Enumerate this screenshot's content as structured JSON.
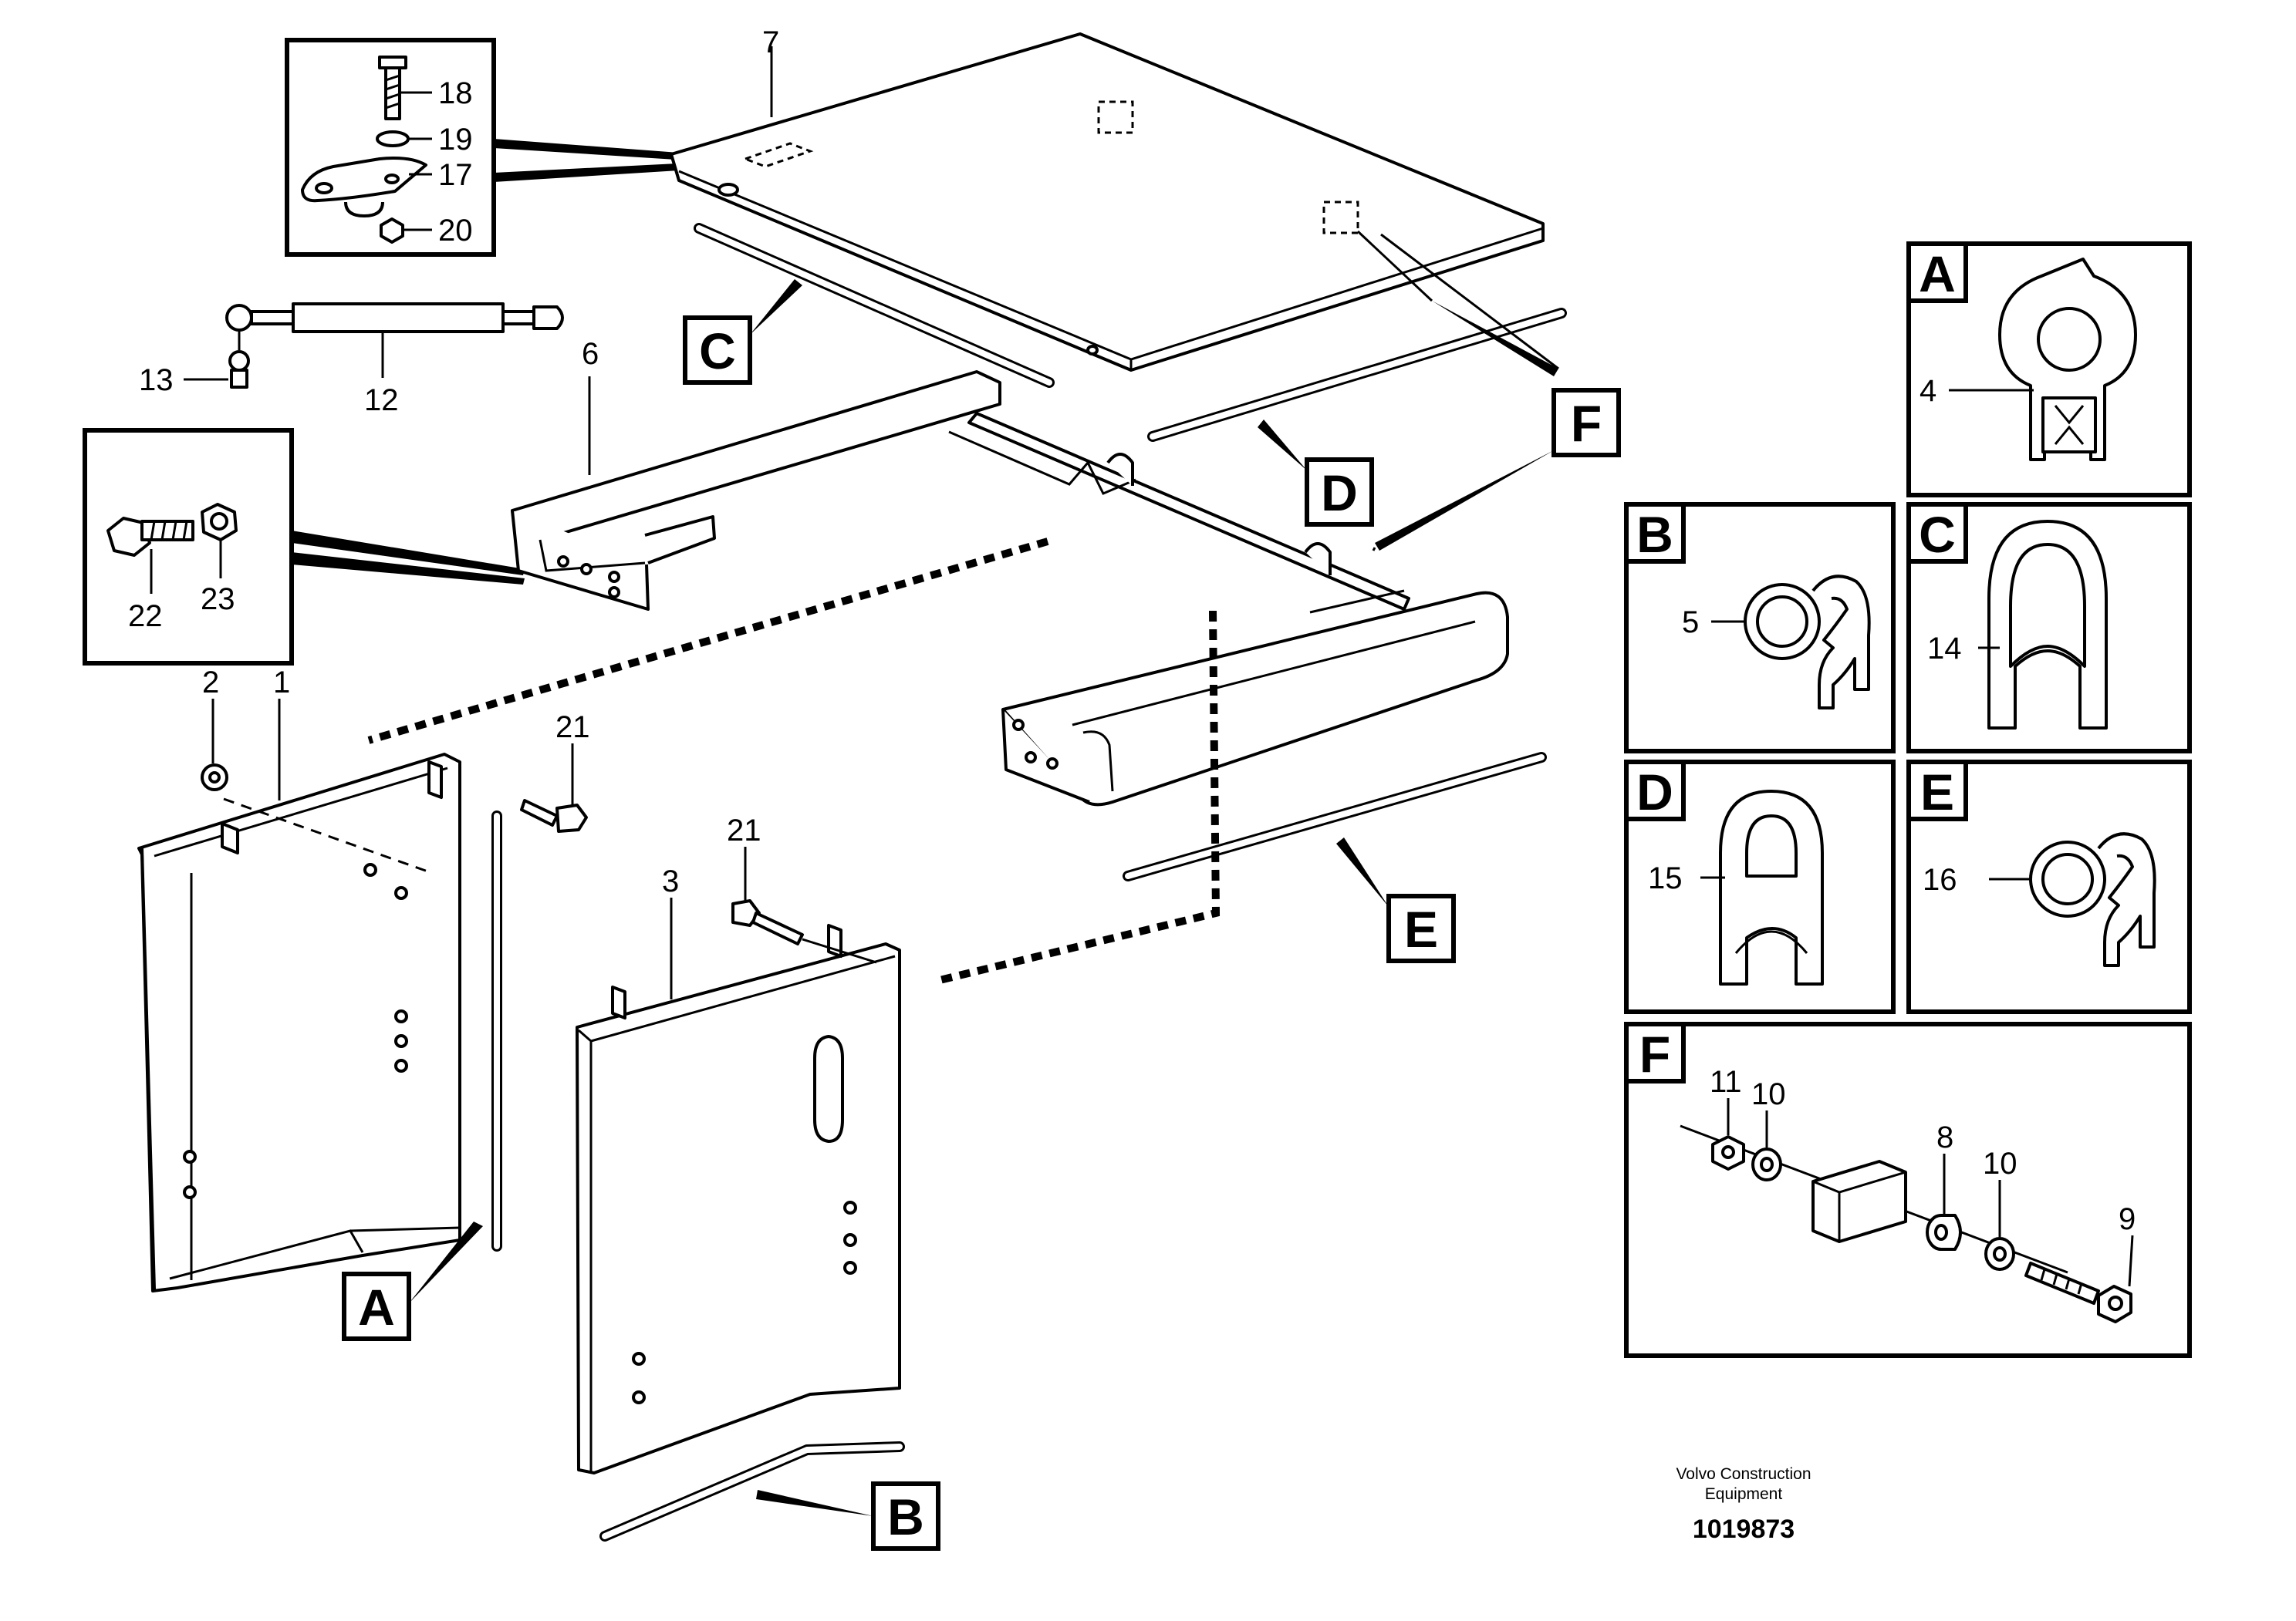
{
  "callouts": {
    "c1": "1",
    "c2": "2",
    "c3": "3",
    "c6": "6",
    "c7": "7",
    "c12": "12",
    "c13": "13",
    "c17": "17",
    "c18": "18",
    "c19": "19",
    "c20": "20",
    "c21a": "21",
    "c21b": "21",
    "c22": "22",
    "c23": "23"
  },
  "view_labels": {
    "A": "A",
    "B": "B",
    "C": "C",
    "D": "D",
    "E": "E",
    "F": "F"
  },
  "detail_panels": {
    "A": {
      "letter": "A",
      "part": "4"
    },
    "B": {
      "letter": "B",
      "part": "5"
    },
    "C": {
      "letter": "C",
      "part": "14"
    },
    "D": {
      "letter": "D",
      "part": "15"
    },
    "E": {
      "letter": "E",
      "part": "16"
    },
    "F": {
      "letter": "F",
      "parts": {
        "p11": "11",
        "p10a": "10",
        "p8": "8",
        "p10b": "10",
        "p9": "9"
      }
    }
  },
  "footer": {
    "company_line1": "Volvo Construction",
    "company_line2": "Equipment",
    "drawing_number": "1019873"
  }
}
